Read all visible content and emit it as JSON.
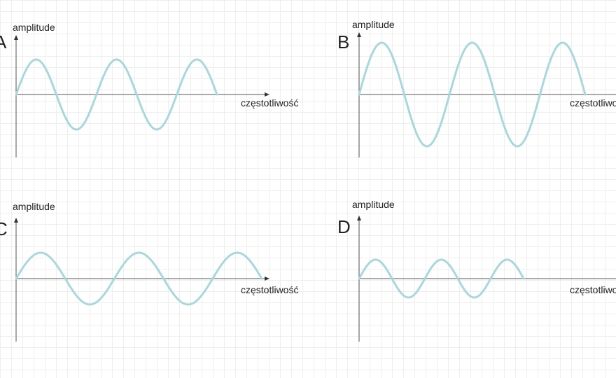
{
  "y_axis_label": "amplitude",
  "x_axis_label": "częstotliwość",
  "wave_color": "#a8d8dc",
  "panels": [
    {
      "letter": "A",
      "cycles": 2.5,
      "relative_amplitude": 0.7
    },
    {
      "letter": "B",
      "cycles": 2.5,
      "relative_amplitude": 1.0
    },
    {
      "letter": "C",
      "cycles": 2.5,
      "relative_amplitude": 0.5
    },
    {
      "letter": "D",
      "cycles": 2.5,
      "relative_amplitude": 0.37
    }
  ]
}
